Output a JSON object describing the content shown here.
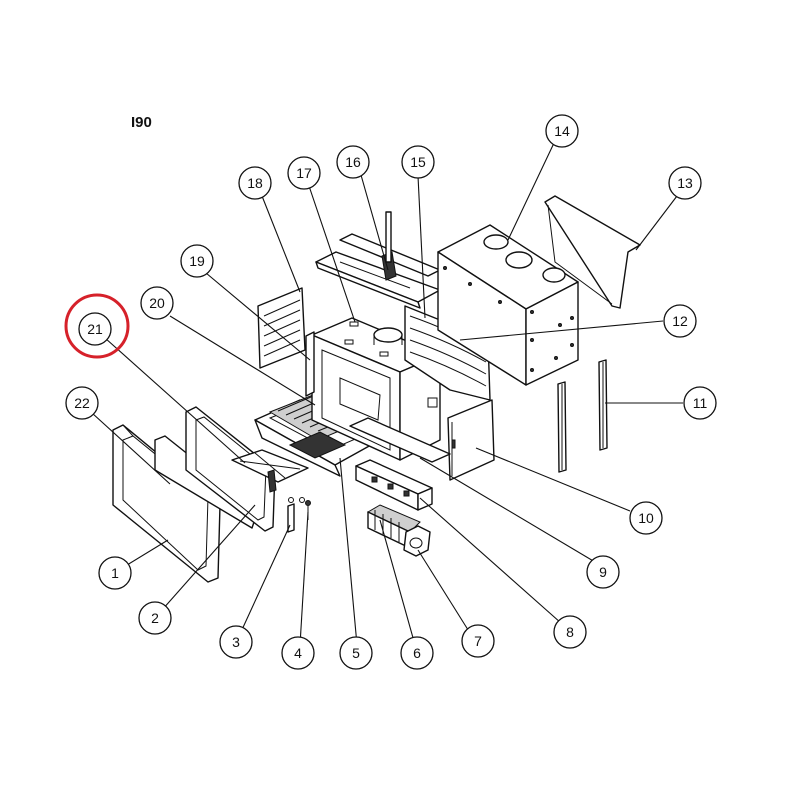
{
  "model_label": "I90",
  "colors": {
    "line": "#111111",
    "highlight": "#d6212a",
    "background": "#ffffff"
  },
  "highlighted_callout": "21",
  "callouts": [
    "1",
    "2",
    "3",
    "4",
    "5",
    "6",
    "7",
    "8",
    "9",
    "10",
    "11",
    "12",
    "13",
    "14",
    "15",
    "16",
    "17",
    "18",
    "19",
    "20",
    "21",
    "22"
  ]
}
